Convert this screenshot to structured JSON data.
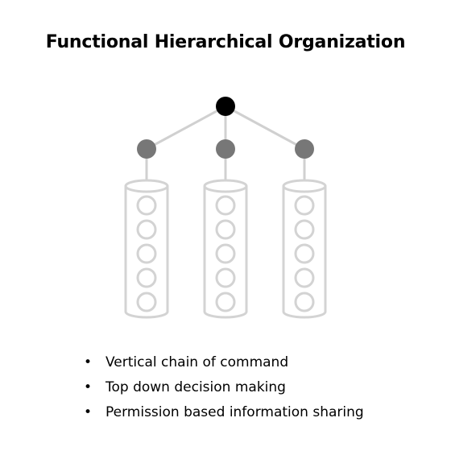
{
  "title": "Functional Hierarchical Organization",
  "bullet_symbol": "•",
  "bullets": [
    "Vertical chain of command",
    "Top down decision making",
    "Permission based information sharing"
  ],
  "colors": {
    "root_node": "#000000",
    "manager_node": "#777777",
    "connector": "#d0d0d0",
    "silo_outline": "#d3d3d3",
    "silo_member": "#d3d3d3",
    "background": "#ffffff"
  },
  "structure": {
    "root_count": 1,
    "department_count": 3,
    "members_per_department": 5
  }
}
